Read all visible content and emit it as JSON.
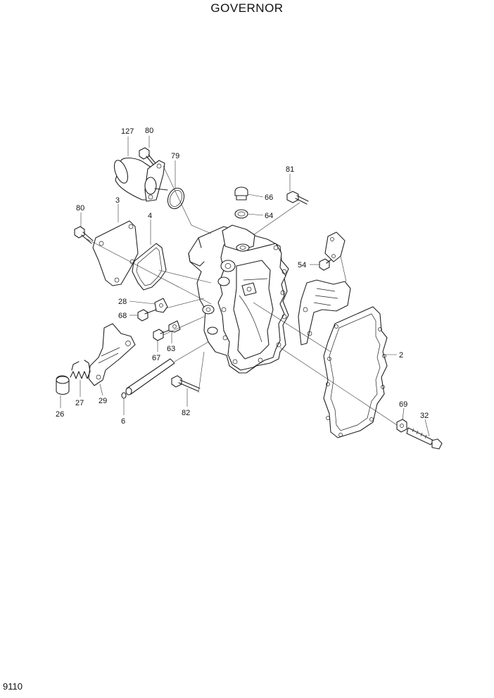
{
  "title": "GOVERNOR",
  "page_number": "9110",
  "callouts": {
    "c127": "127",
    "c80a": "80",
    "c79": "79",
    "c81": "81",
    "c66": "66",
    "c64": "64",
    "c80b": "80",
    "c3": "3",
    "c4": "4",
    "c54": "54",
    "c28": "28",
    "c68": "68",
    "c67": "67",
    "c63": "63",
    "c2": "2",
    "c26": "26",
    "c27": "27",
    "c29": "29",
    "c6": "6",
    "c82": "82",
    "c69": "69",
    "c32": "32"
  }
}
